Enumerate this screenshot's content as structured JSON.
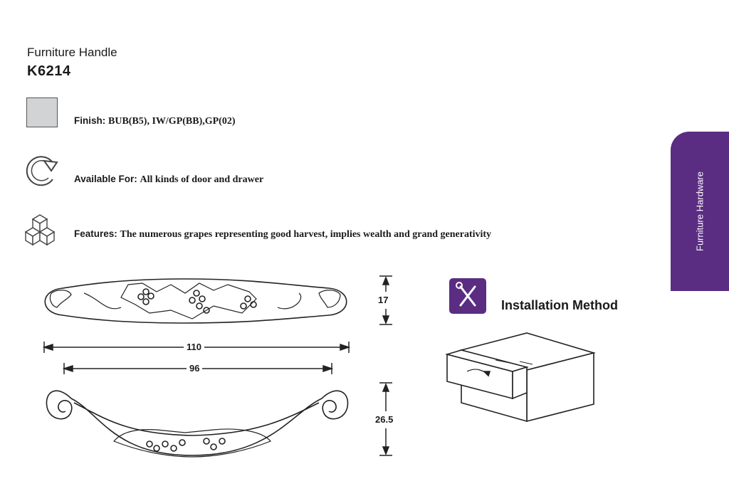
{
  "product": {
    "category": "Furniture Handle",
    "code": "K6214"
  },
  "specs": {
    "finish_label": "Finish:",
    "finish_value": "BUB(B5), IW/GP(BB),GP(02)",
    "available_label": "Available For:",
    "available_value": "All kinds of door and drawer",
    "features_label": "Features:",
    "features_value": "The numerous grapes representing good harvest, implies wealth and grand generativity"
  },
  "side_tab": {
    "label": "Furniture Hardware",
    "color": "#5a2d82"
  },
  "finish_swatch_color": "#d2d3d5",
  "icons": {
    "finish": "square-swatch-icon",
    "available": "refresh-arrow-icon",
    "features": "stacked-cubes-icon",
    "install": "wrench-screwdriver-icon"
  },
  "dimensions": {
    "height": "17",
    "overall_length": "110",
    "hole_spacing": "96",
    "depth": "26.5"
  },
  "installation": {
    "label": "Installation Method"
  }
}
